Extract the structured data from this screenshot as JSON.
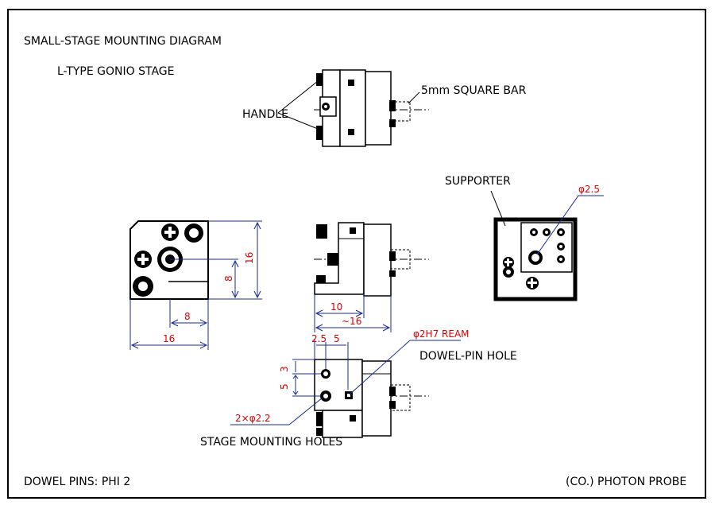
{
  "drawing": {
    "title": "SMALL-STAGE MOUNTING DIAGRAM",
    "subtitle": "L-TYPE GONIO STAGE",
    "footer_left": "DOWEL PINS: PHI 2",
    "footer_right": "(CO.) PHOTON PROBE"
  },
  "labels": {
    "handle": "HANDLE",
    "bar": "5mm SQUARE BAR",
    "supporter": "SUPPORTER",
    "phi25": "φ2.5",
    "phi2h7": "φ2H7 REAM",
    "pin_hole": "DOWEL-PIN HOLE",
    "hole_2x": "2×φ2.2",
    "stage_hole": "STAGE MOUNTING HOLES"
  },
  "dims": {
    "d16v": "16",
    "d8v": "8",
    "d8h": "8",
    "d16h": "16",
    "d10": "10",
    "about16": "~16",
    "d25": "2.5",
    "d5a": "5",
    "d3": "3",
    "d5b": "5"
  }
}
